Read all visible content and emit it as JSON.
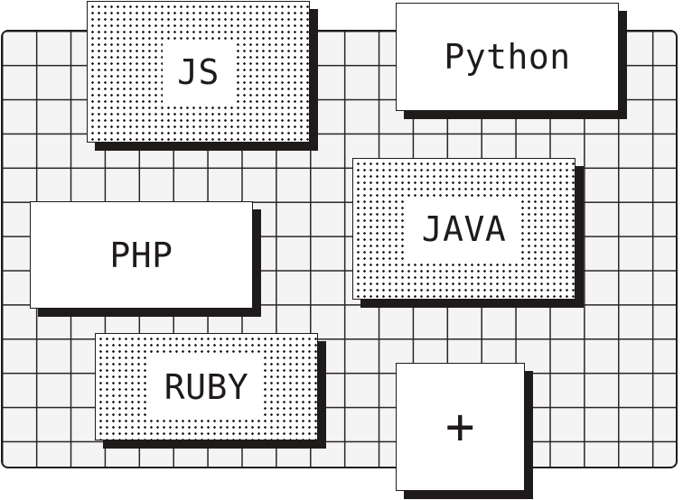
{
  "cards": [
    {
      "id": "js",
      "label": "JS",
      "style": "dotted"
    },
    {
      "id": "python",
      "label": "Python",
      "style": "plain"
    },
    {
      "id": "php",
      "label": "PHP",
      "style": "plain"
    },
    {
      "id": "java",
      "label": "JAVA",
      "style": "dotted"
    },
    {
      "id": "ruby",
      "label": "RUBY",
      "style": "dotted"
    },
    {
      "id": "add",
      "label": "+",
      "style": "plain"
    }
  ],
  "colors": {
    "ink": "#1f1b1a",
    "grid_background": "#f4f4f4",
    "card_background": "#ffffff"
  }
}
